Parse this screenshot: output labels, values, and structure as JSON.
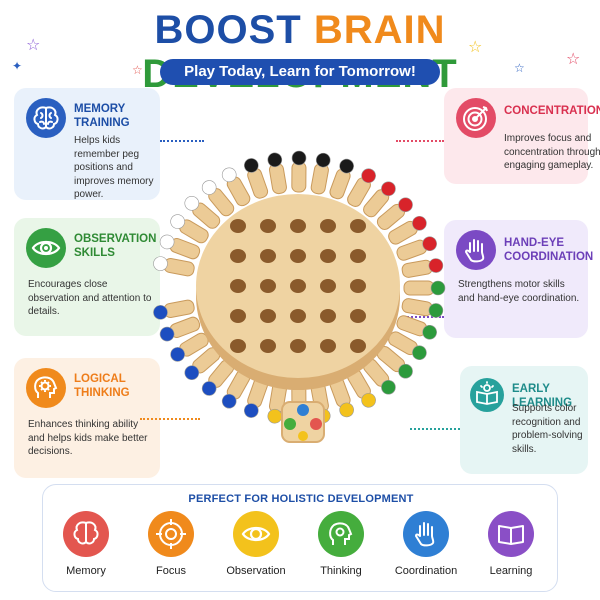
{
  "header": {
    "word1": "BOOST",
    "word2": "BRAIN",
    "word3": "DEVELOPMENT",
    "tagline": "Play Today, Learn for Tomorrow!"
  },
  "cards": {
    "memory": {
      "title": "MEMORY TRAINING",
      "desc": "Helps kids remember peg positions and improves memory power.",
      "icon": "brain-icon"
    },
    "observation": {
      "title": "OBSERVATION SKILLS",
      "desc": "Encourages close observation and attention to details.",
      "icon": "eye-icon"
    },
    "logical": {
      "title": "LOGICAL THINKING",
      "desc": "Enhances thinking ability and helps kids make better decisions.",
      "icon": "gear-head-icon"
    },
    "concentration": {
      "title": "CONCENTRATION",
      "desc": "Improves focus and concentration through engaging gameplay.",
      "icon": "target-icon"
    },
    "handeye": {
      "title": "HAND-EYE COORDINATION",
      "desc": "Strengthens motor skills and hand-eye coordination.",
      "icon": "hand-icon"
    },
    "early": {
      "title": "EARLY LEARNING",
      "desc": "Supports color recognition and problem-solving skills.",
      "icon": "book-bulb-icon"
    }
  },
  "bottom": {
    "title": "PERFECT FOR HOLISTIC DEVELOPMENT",
    "items": [
      {
        "label": "Memory",
        "icon": "brain-icon",
        "color": "#e3564f"
      },
      {
        "label": "Focus",
        "icon": "target-icon",
        "color": "#f08a1c"
      },
      {
        "label": "Observation",
        "icon": "eye-icon",
        "color": "#f3c21c"
      },
      {
        "label": "Thinking",
        "icon": "gear-head-icon",
        "color": "#45ad3d"
      },
      {
        "label": "Coordination",
        "icon": "hand-icon",
        "color": "#2f7fd4"
      },
      {
        "label": "Learning",
        "icon": "book-icon",
        "color": "#8a4fc6"
      }
    ]
  },
  "colors": {
    "blue": "#1d4ea6",
    "orange": "#f08a1c",
    "green": "#2f9a3a",
    "wood": "#e8c48f"
  }
}
